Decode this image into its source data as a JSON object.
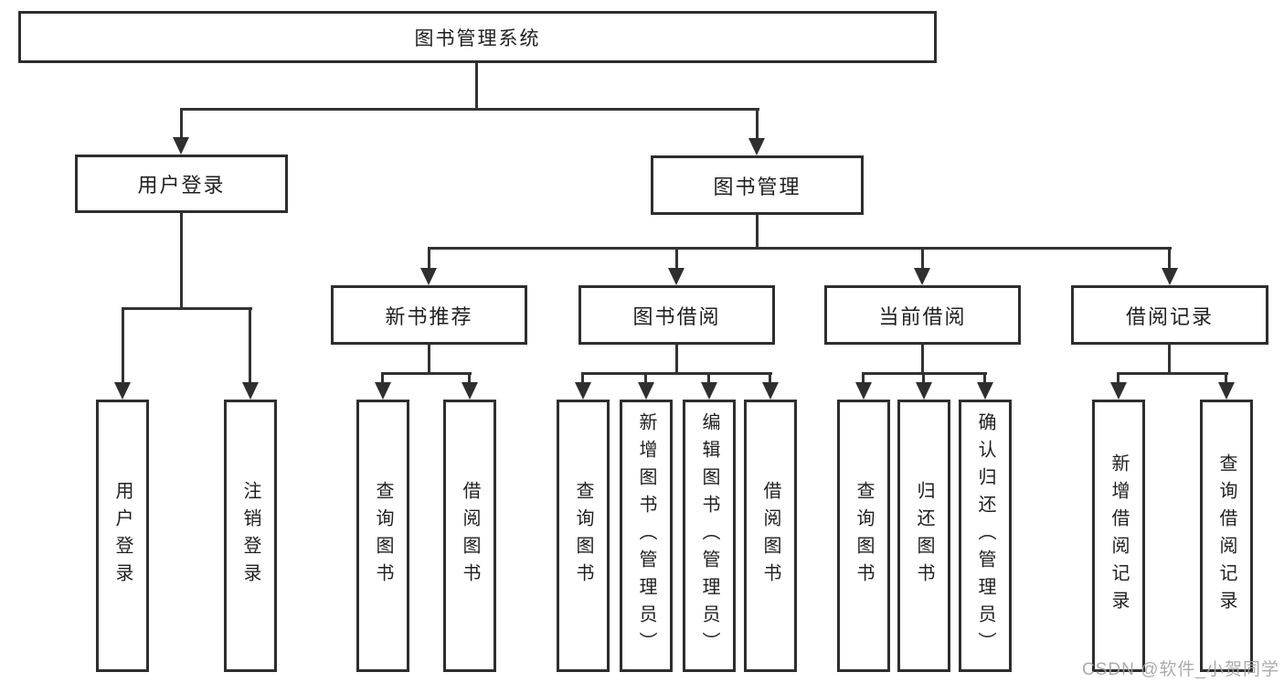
{
  "tree": {
    "root": "图书管理系统",
    "branches": [
      {
        "label": "用户登录",
        "leaves": [
          "用户登录",
          "注销登录"
        ]
      },
      {
        "label": "图书管理",
        "groups": [
          {
            "label": "新书推荐",
            "leaves": [
              "查询图书",
              "借阅图书"
            ]
          },
          {
            "label": "图书借阅",
            "leaves": [
              "查询图书",
              "新增图书（管理员）",
              "编辑图书（管理员）",
              "借阅图书"
            ]
          },
          {
            "label": "当前借阅",
            "leaves": [
              "查询图书",
              "归还图书",
              "确认归还（管理员）"
            ]
          },
          {
            "label": "借阅记录",
            "leaves": [
              "新增借阅记录",
              "查询借阅记录"
            ]
          }
        ]
      }
    ]
  },
  "watermark": {
    "text": "CSDN @软件_小贺同学"
  },
  "colors": {
    "line": "#333333",
    "box_border": "#2e2e2e",
    "text": "#1f1f1f",
    "background": "#ffffff",
    "watermark": "#a3a3a3"
  }
}
